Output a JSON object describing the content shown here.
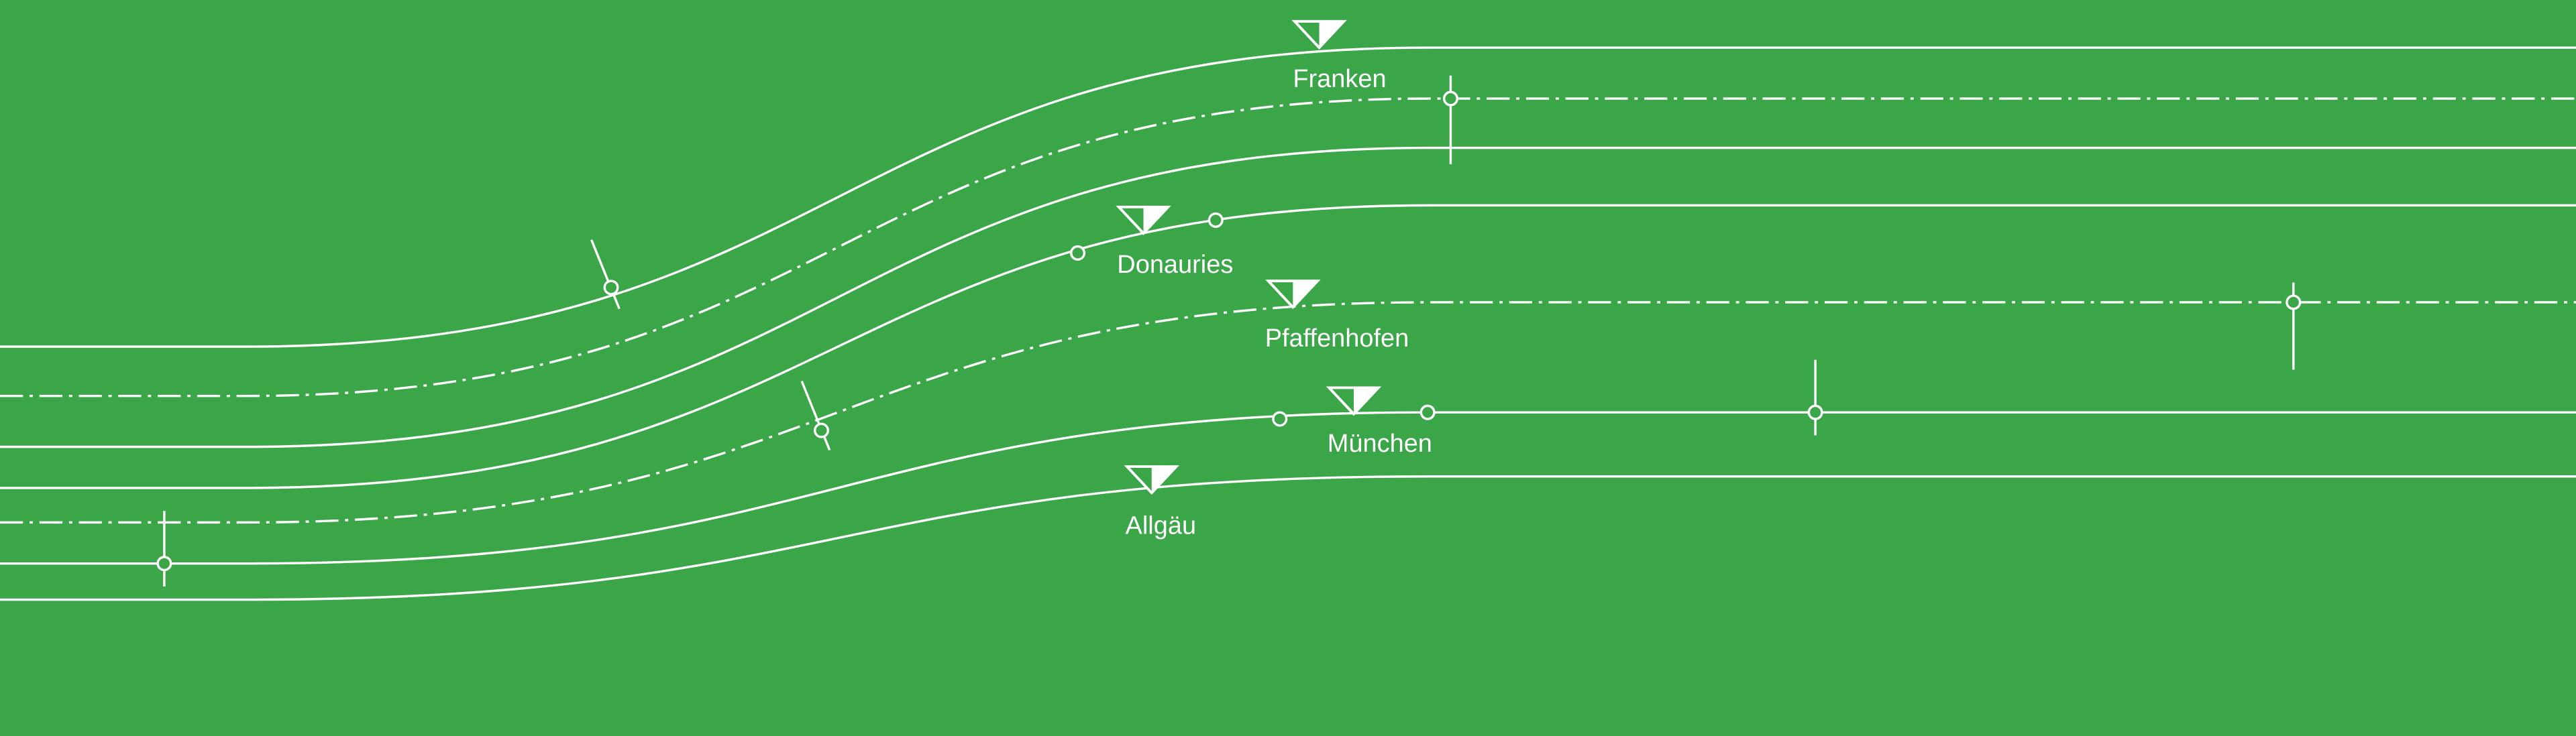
{
  "diagram": {
    "background_color": "#3aa648",
    "line_color": "#ffffff",
    "stations": [
      {
        "label": "Franken"
      },
      {
        "label": "Donauries"
      },
      {
        "label": "Pfaffenhofen"
      },
      {
        "label": "München"
      },
      {
        "label": "Allgäu"
      }
    ]
  }
}
